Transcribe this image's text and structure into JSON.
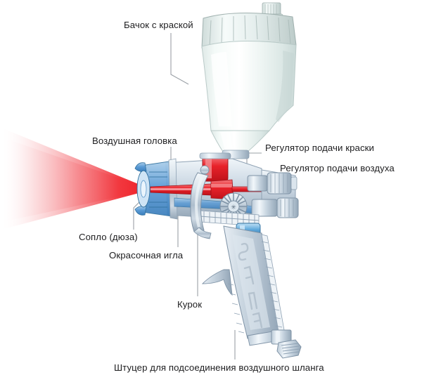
{
  "diagram": {
    "title_text": "",
    "subject": "SATA paint spray gun cutaway diagram",
    "background_color": "#ffffff",
    "text_color": "#1d1d1f",
    "leader_line_color": "#9aa0a6",
    "spray_color": "#ee1c25",
    "paint_channel_color": "#e8222a",
    "air_channel_color": "#5b9bd5",
    "metal_color": "#c9d4de",
    "cup_color": "#eef4f3",
    "brand_text": "SATA"
  },
  "labels": {
    "cup": "Бачок с краской",
    "air_head": "Воздушная головка",
    "paint_regulator": "Регулятор подачи краски",
    "air_regulator": "Регулятор подачи воздуха",
    "nozzle": "Сопло (дюза)",
    "needle": "Окрасочная игла",
    "trigger": "Курок",
    "air_hose_fitting": "Штуцер для подсоединения воздушного шланга"
  }
}
